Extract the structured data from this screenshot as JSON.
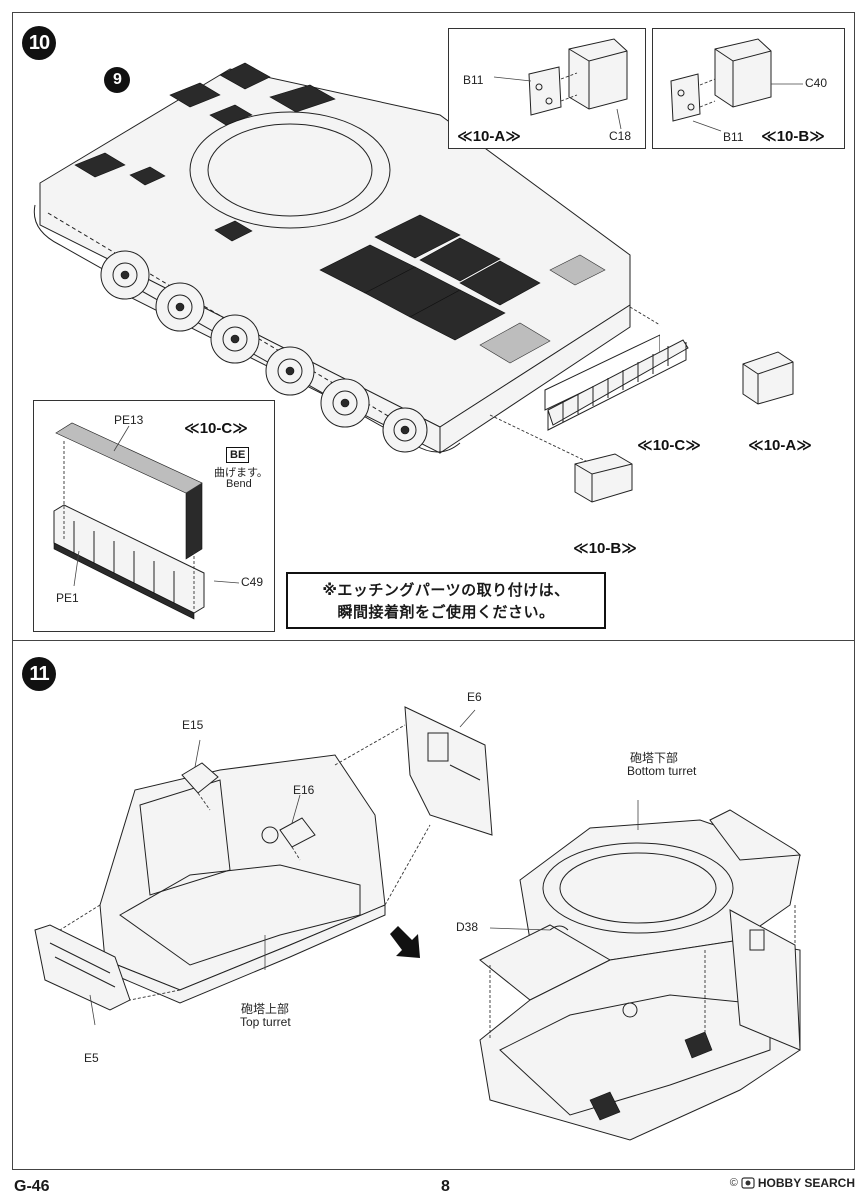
{
  "steps": {
    "step10": "10",
    "step9_ref": "9",
    "step11": "11"
  },
  "inset_10a": {
    "parts": [
      "B11",
      "C18"
    ],
    "title": "≪10-A≫"
  },
  "inset_10b": {
    "parts": [
      "C40",
      "B11"
    ],
    "title": "≪10-B≫"
  },
  "inset_10c": {
    "title": "≪10-C≫",
    "parts": [
      "PE13",
      "PE1",
      "C49"
    ],
    "bend_icon": "BE",
    "bend_jp": "曲げます。",
    "bend_en": "Bend"
  },
  "callouts": {
    "a": "≪10-A≫",
    "b": "≪10-B≫",
    "c": "≪10-C≫"
  },
  "note": {
    "line1": "※エッチングパーツの取り付けは、",
    "line2": "瞬間接着剤をご使用ください。"
  },
  "step11_labels": {
    "e15": "E15",
    "e16": "E16",
    "e6": "E6",
    "e5": "E5",
    "d38": "D38",
    "top_turret_jp": "砲塔上部",
    "top_turret_en": "Top turret",
    "bottom_turret_jp": "砲塔下部",
    "bottom_turret_en": "Bottom turret"
  },
  "footer": {
    "code": "G-46",
    "page": "8",
    "brand_prefix": "©",
    "brand_name": "HOBBY SEARCH"
  },
  "colors": {
    "ink": "#111111",
    "line": "#222222",
    "paper": "#ffffff"
  }
}
